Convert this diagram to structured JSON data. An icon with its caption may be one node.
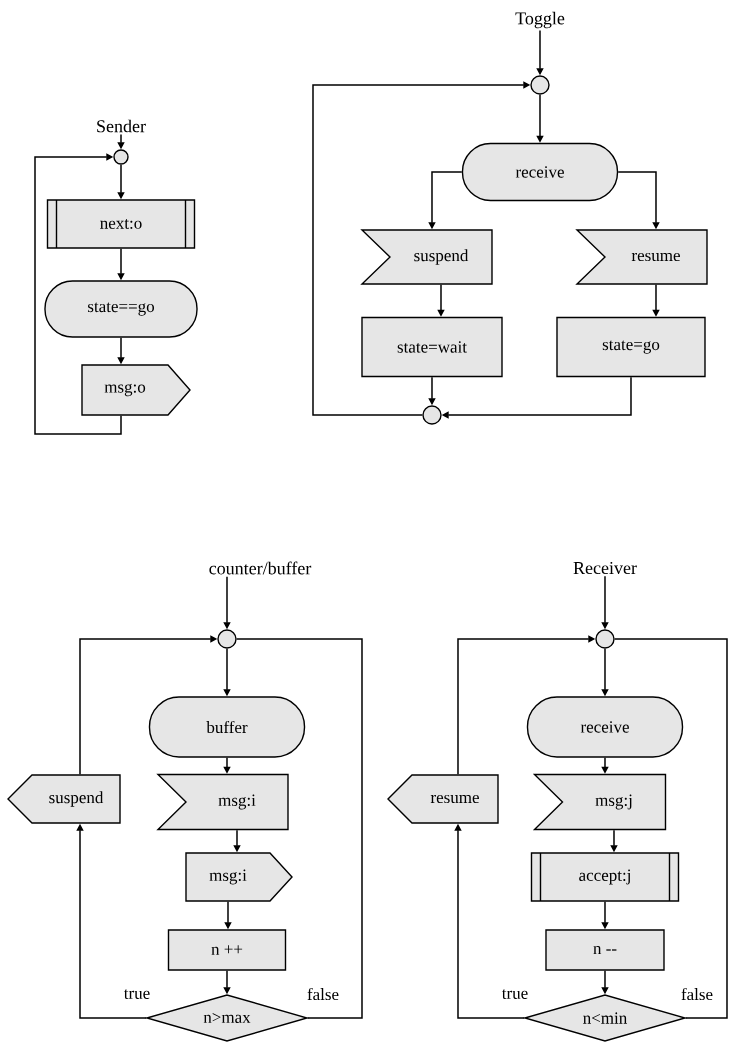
{
  "diagram": {
    "nodes": [
      {
        "text": [
          "Sender"
        ]
      },
      {
        "text": [],
        "shape": "circle"
      },
      {
        "text": [
          "next:o"
        ]
      },
      {
        "text": [
          "state==go"
        ]
      },
      {
        "text": [
          "msg:o"
        ]
      },
      {
        "text": [
          "Toggle"
        ]
      },
      {
        "text": [],
        "shape": "circle"
      },
      {
        "text": [
          "receive"
        ]
      },
      {
        "text": [
          "suspend"
        ]
      },
      {
        "text": [
          "resume"
        ]
      },
      {
        "text": [
          "state=wait"
        ]
      },
      {
        "text": [
          "state=go"
        ]
      },
      {
        "text": [],
        "shape": "circle"
      },
      {
        "text": [
          "counter/buffer"
        ]
      },
      {
        "text": [],
        "shape": "circle"
      },
      {
        "text": [
          "buffer"
        ]
      },
      {
        "text": [
          "msg:i"
        ]
      },
      {
        "text": [
          "msg:i"
        ]
      },
      {
        "text": [
          "n ++"
        ]
      },
      {
        "text": [
          "n>max"
        ]
      },
      {
        "text": [
          "suspend"
        ]
      },
      {
        "text": [
          "Receiver"
        ]
      },
      {
        "text": [],
        "shape": "circle"
      },
      {
        "text": [
          "receive"
        ]
      },
      {
        "text": [
          "msg:j"
        ]
      },
      {
        "text": [
          "accept:j"
        ]
      },
      {
        "text": [
          "n --"
        ]
      },
      {
        "text": [
          "n<min"
        ]
      },
      {
        "text": [
          "resume"
        ]
      }
    ],
    "edges": [
      {
        "from": 0,
        "to": 1,
        "arrow": "to"
      },
      {
        "from": 1,
        "to": 2,
        "arrow": "to"
      },
      {
        "from": 2,
        "to": 3,
        "arrow": "to"
      },
      {
        "from": 3,
        "to": 4,
        "arrow": "to"
      },
      {
        "from": 4,
        "to": 1,
        "arrow": "to"
      },
      {
        "from": 5,
        "to": 6,
        "arrow": "to"
      },
      {
        "from": 6,
        "to": 7,
        "arrow": "to"
      },
      {
        "from": 7,
        "to": 8,
        "arrow": "to"
      },
      {
        "from": 7,
        "to": 9,
        "arrow": "to"
      },
      {
        "from": 8,
        "to": 10,
        "arrow": "to"
      },
      {
        "from": 9,
        "to": 11,
        "arrow": "to"
      },
      {
        "from": 10,
        "to": 12,
        "arrow": "to"
      },
      {
        "from": 11,
        "to": 12,
        "arrow": "to"
      },
      {
        "from": 12,
        "to": 6,
        "arrow": "to"
      },
      {
        "from": 13,
        "to": 14,
        "arrow": "to"
      },
      {
        "from": 14,
        "to": 15,
        "arrow": "to"
      },
      {
        "from": 15,
        "to": 16,
        "arrow": "to"
      },
      {
        "from": 16,
        "to": 17,
        "arrow": "to"
      },
      {
        "from": 17,
        "to": 18,
        "arrow": "to"
      },
      {
        "from": 18,
        "to": 19,
        "arrow": "to"
      },
      {
        "from": 19,
        "to": 20,
        "arrow": "to",
        "label": "true"
      },
      {
        "from": 20,
        "to": 14,
        "arrow": "to"
      },
      {
        "from": 19,
        "to": 14,
        "arrow": "none",
        "label": "false"
      },
      {
        "from": 21,
        "to": 22,
        "arrow": "to"
      },
      {
        "from": 22,
        "to": 23,
        "arrow": "to"
      },
      {
        "from": 23,
        "to": 24,
        "arrow": "to"
      },
      {
        "from": 24,
        "to": 25,
        "arrow": "to"
      },
      {
        "from": 25,
        "to": 26,
        "arrow": "to"
      },
      {
        "from": 26,
        "to": 27,
        "arrow": "to"
      },
      {
        "from": 27,
        "to": 28,
        "arrow": "to",
        "label": "true"
      },
      {
        "from": 28,
        "to": 22,
        "arrow": "to"
      },
      {
        "from": 27,
        "to": 22,
        "arrow": "none",
        "label": "false"
      }
    ]
  }
}
